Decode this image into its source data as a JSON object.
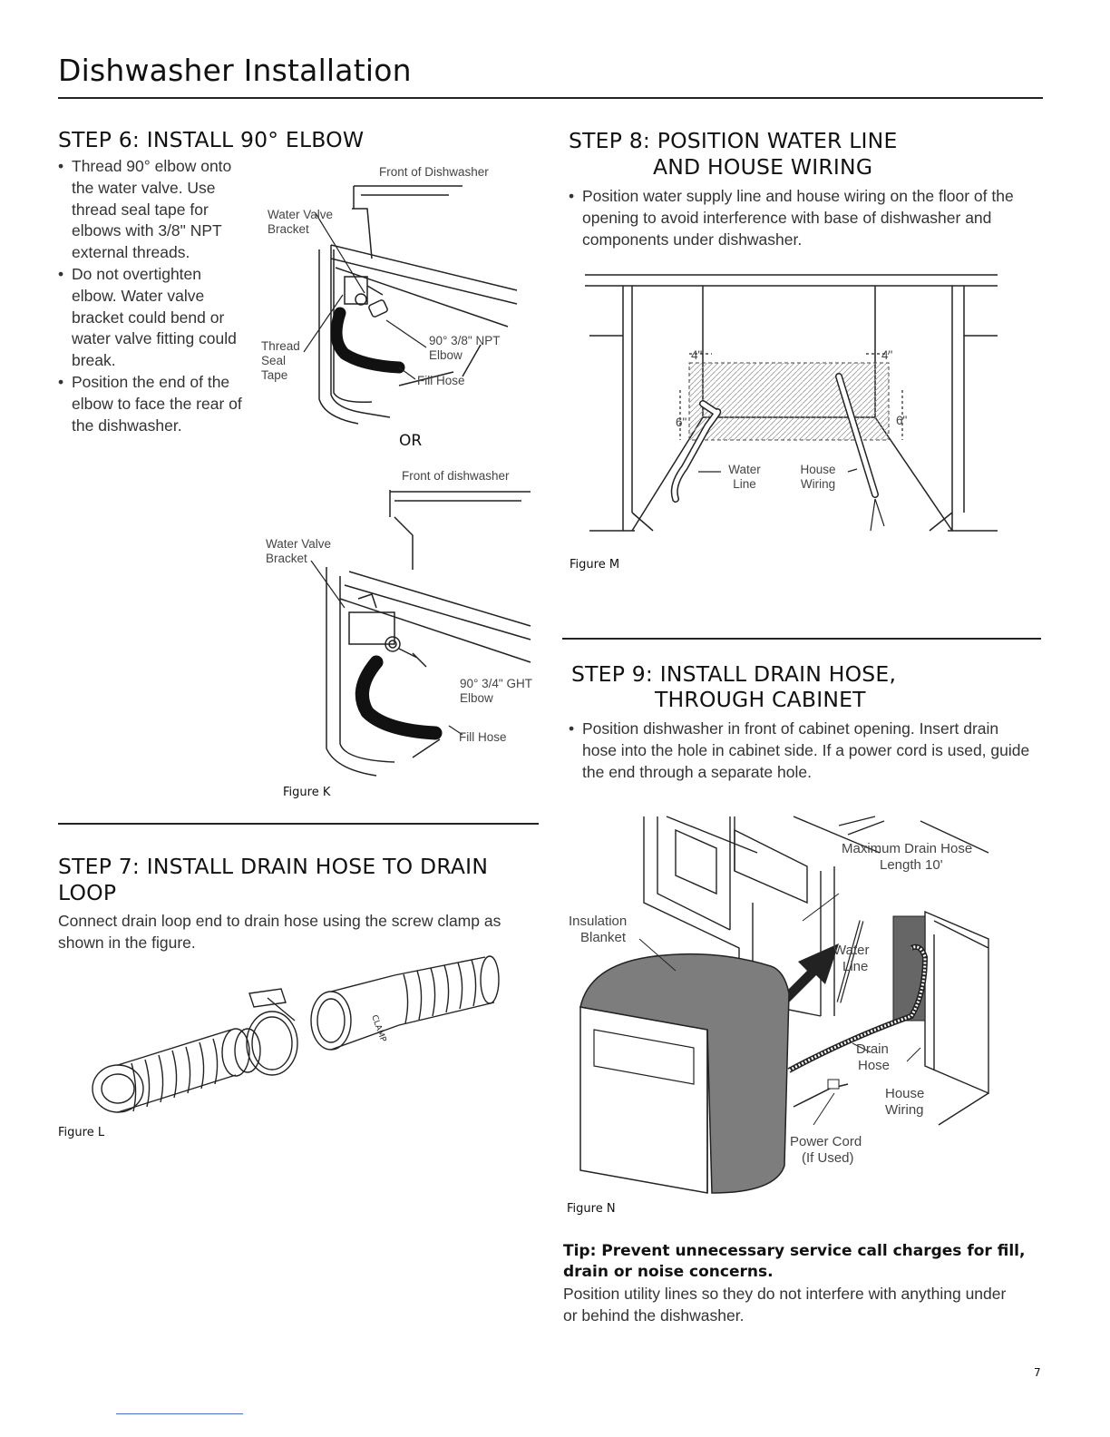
{
  "page": {
    "title": "Dishwasher Installation",
    "page_number": "7"
  },
  "step6": {
    "heading": "STEP 6: INSTALL 90° ELBOW",
    "bullets": [
      "Thread 90° elbow onto the water valve. Use thread seal tape for elbows with 3/8\" NPT external threads.",
      "Do not overtighten elbow. Water valve bracket could bend or water valve fitting could break.",
      "Position the end of the elbow to face the rear of the dishwasher."
    ],
    "figure_top": {
      "front_label": "Front of Dishwasher",
      "bracket_label": "Water Valve Bracket",
      "tape_label": "Thread Seal Tape",
      "elbow_label": "90° 3/8\" NPT Elbow",
      "hose_label": "Fill Hose"
    },
    "or_label": "OR",
    "figure_bottom": {
      "front_label": "Front of dishwasher",
      "bracket_label": "Water Valve Bracket",
      "elbow_label": "90° 3/4\" GHT Elbow",
      "hose_label": "Fill Hose"
    },
    "caption": "Figure K"
  },
  "step7": {
    "heading": "STEP 7: INSTALL DRAIN HOSE TO DRAIN LOOP",
    "text": "Connect drain loop end to drain hose using the screw clamp as shown in the figure.",
    "caption": "Figure L"
  },
  "step8": {
    "heading_line1": "STEP 8: POSITION WATER LINE",
    "heading_line2": "AND HOUSE WIRING",
    "bullets": [
      "Position water supply line and house wiring on the floor of the opening to avoid interference with base of dishwasher and components under dishwasher."
    ],
    "figure": {
      "dim_4_left": "4\"",
      "dim_4_right": "4\"",
      "dim_6_left": "6\"",
      "dim_6_right": "6\"",
      "water_label": "Water Line",
      "house_label": "House Wiring"
    },
    "caption": "Figure M"
  },
  "step9": {
    "heading_line1": "STEP 9: INSTALL DRAIN HOSE,",
    "heading_line2": "THROUGH CABINET",
    "bullets": [
      "Position dishwasher in front of cabinet opening. Insert drain hose into the hole in cabinet side. If a power cord is used, guide the end through a separate hole."
    ],
    "figure": {
      "max_label_1": "Maximum Drain Hose",
      "max_label_2": "Length 10'",
      "insulation_label_1": "Insulation",
      "insulation_label_2": "Blanket",
      "water_label_1": "Water",
      "water_label_2": "Line",
      "drain_label_1": "Drain",
      "drain_label_2": "Hose",
      "house_label_1": "House",
      "house_label_2": "Wiring",
      "power_label_1": "Power Cord",
      "power_label_2": "(If Used)"
    },
    "caption": "Figure N"
  },
  "tip": {
    "heading": "Tip: Prevent unnecessary service call charges for fill, drain or noise concerns.",
    "text": "Position utility lines so they do not interfere with anything under or behind the dishwasher."
  }
}
